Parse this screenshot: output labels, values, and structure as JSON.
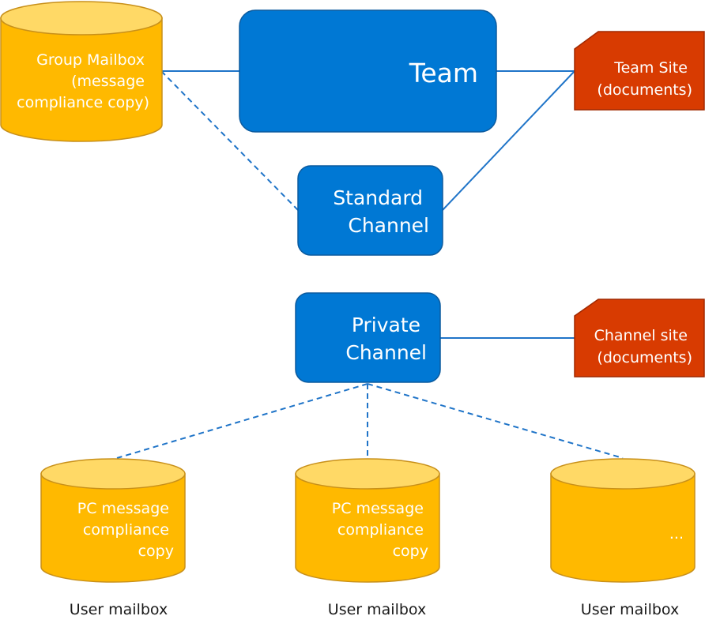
{
  "colors": {
    "blue": "#0078d4",
    "blue_border": "#0b5a9e",
    "orange": "#d83b01",
    "orange_border": "#a02800",
    "cyl_side": "#ffb900",
    "cyl_top": "#ffd966",
    "cyl_border": "#c8901a",
    "connector": "#1f74c8"
  },
  "team": {
    "label": "Team"
  },
  "standard_channel": {
    "line1": "Standard",
    "line2": "Channel"
  },
  "private_channel": {
    "line1": "Private",
    "line2": "Channel"
  },
  "team_site": {
    "line1": "Team Site",
    "line2": "(documents)"
  },
  "channel_site": {
    "line1": "Channel site",
    "line2": "(documents)"
  },
  "group_mailbox": {
    "line1": "Group Mailbox",
    "line2": "(message",
    "line3": "compliance copy)"
  },
  "user_mailboxes": [
    {
      "line1": "PC message",
      "line2": "compliance",
      "line3": "copy",
      "caption": "User mailbox"
    },
    {
      "line1": "PC message",
      "line2": "compliance",
      "line3": "copy",
      "caption": "User mailbox"
    },
    {
      "line1": "",
      "line2": "",
      "line3": "...",
      "caption": "User mailbox"
    }
  ]
}
